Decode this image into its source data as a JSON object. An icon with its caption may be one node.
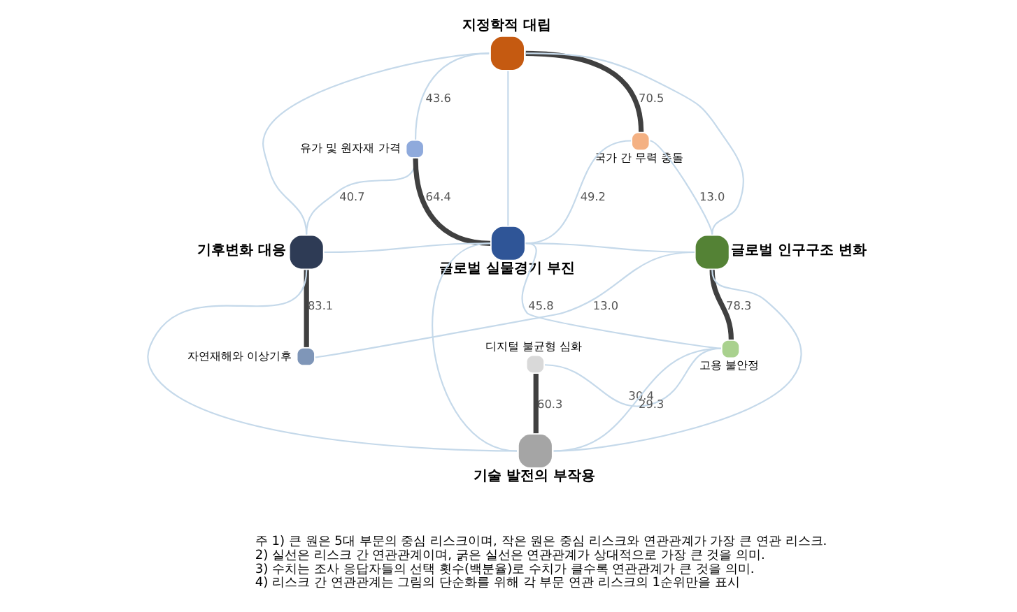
{
  "diagram": {
    "nodes": [
      {
        "text": [
          "지정학적 대립"
        ]
      },
      {
        "text": [
          "국가 간 무력 충돌"
        ]
      },
      {
        "text": [
          "유가 및 원자재 가격"
        ]
      },
      {
        "text": [
          "기후변화 대응"
        ]
      },
      {
        "text": [
          "글로벌 실물경기 부진"
        ]
      },
      {
        "text": [
          "글로벌 인구구조 변화"
        ]
      },
      {
        "text": [
          "고용 불안정"
        ]
      },
      {
        "text": [
          "자연재해와 이상기후"
        ]
      },
      {
        "text": [
          "디지털 불균형 심화"
        ]
      },
      {
        "text": [
          "기술 발전의 부작용"
        ]
      }
    ],
    "edges": [
      {
        "from": 0,
        "to": 1,
        "arrow": "none",
        "label": "70.5",
        "style": "thick",
        "color": "#404040"
      },
      {
        "from": 0,
        "to": 2,
        "arrow": "none",
        "label": "43.6"
      },
      {
        "from": 0,
        "to": 3,
        "arrow": "none"
      },
      {
        "from": 0,
        "to": 4,
        "arrow": "none"
      },
      {
        "from": 0,
        "to": 5,
        "arrow": "none"
      },
      {
        "from": 1,
        "to": 4,
        "arrow": "none",
        "label": "49.2"
      },
      {
        "from": 1,
        "to": 5,
        "arrow": "none",
        "label": "13.0"
      },
      {
        "from": 2,
        "to": 3,
        "arrow": "none",
        "label": "40.7"
      },
      {
        "from": 2,
        "to": 4,
        "arrow": "none",
        "label": "64.4",
        "style": "thick",
        "color": "#404040"
      },
      {
        "from": 3,
        "to": 4,
        "arrow": "none"
      },
      {
        "from": 3,
        "to": 7,
        "arrow": "none",
        "label": "83.1",
        "style": "thick",
        "color": "#404040"
      },
      {
        "from": 3,
        "to": 9,
        "arrow": "none"
      },
      {
        "from": 4,
        "to": 5,
        "arrow": "none"
      },
      {
        "from": 4,
        "to": 6,
        "arrow": "none",
        "label": "45.8"
      },
      {
        "from": 4,
        "to": 9,
        "arrow": "none"
      },
      {
        "from": 5,
        "to": 6,
        "arrow": "none",
        "label": "78.3",
        "style": "thick",
        "color": "#404040"
      },
      {
        "from": 7,
        "to": 5,
        "arrow": "none",
        "label": "13.0"
      },
      {
        "from": 8,
        "to": 6,
        "arrow": "none",
        "label": "30.4"
      },
      {
        "from": 8,
        "to": 9,
        "arrow": "none",
        "label": "60.3",
        "style": "thick",
        "color": "#404040"
      },
      {
        "from": 9,
        "to": 6,
        "arrow": "none",
        "label": "29.3"
      },
      {
        "from": 5,
        "to": 9,
        "arrow": "none"
      }
    ],
    "labels": [
      "주 1) 큰 원은 5대 부문의 중심 리스크이며, 작은 원은 중심 리스크와 연관관계가 가장 큰 연관 리스크.",
      "2) 실선은 리스크 간 연관관계이며, 굵은 실선은 연관관계가 상대적으로 가장 큰 것을 의미.",
      "3) 수치는 조사 응답자들의 선택 횟수(백분율)로 수치가 클수록 연관관계가 큰 것을 의미.",
      "4) 리스크 간 연관관계는 그림의 단순화를 위해 각 부문 연관 리스크의 1순위만을 표시"
    ]
  }
}
